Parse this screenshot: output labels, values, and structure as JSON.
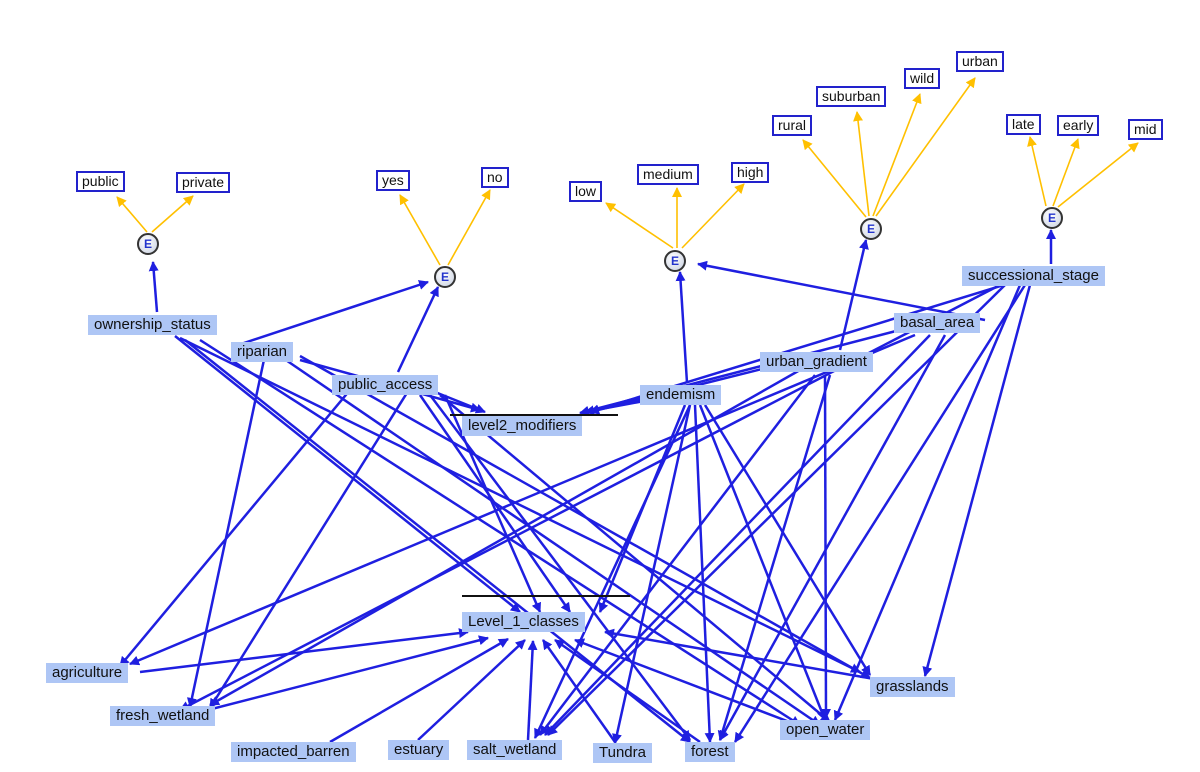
{
  "colors": {
    "edge": "#1f1fe0",
    "enum_edge": "#ffc000",
    "node_fill": "#aec6f5",
    "value_border": "#2222cc"
  },
  "nodes": {
    "ownership_status": "ownership_status",
    "riparian": "riparian",
    "public_access": "public_access",
    "level2_modifiers": "level2_modifiers",
    "endemism": "endemism",
    "urban_gradient": "urban_gradient",
    "basal_area": "basal_area",
    "successional_stage": "successional_stage",
    "level_1_classes": "Level_1_classes",
    "agriculture": "agriculture",
    "fresh_wetland": "fresh_wetland",
    "impacted_barren": "impacted_barren",
    "estuary": "estuary",
    "salt_wetland": "salt_wetland",
    "tundra": "Tundra",
    "forest": "forest",
    "open_water": "open_water",
    "grasslands": "grasslands"
  },
  "values": {
    "public": "public",
    "private": "private",
    "yes": "yes",
    "no": "no",
    "low": "low",
    "medium": "medium",
    "high": "high",
    "rural": "rural",
    "suburban": "suburban",
    "wild": "wild",
    "urban": "urban",
    "late": "late",
    "early": "early",
    "mid": "mid"
  },
  "enum_glyph": "E"
}
